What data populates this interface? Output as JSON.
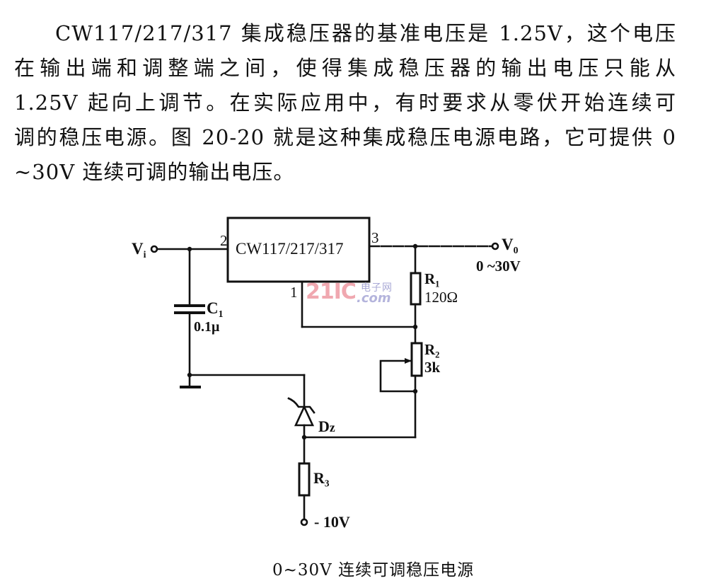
{
  "paragraph": {
    "lines": [
      "CW117/217/317 集成稳压器的基准电压是 1.25V，这个电压",
      "在输出端和调整端之间，使得集成稳压器的输出电压只能从",
      "1.25V 起向上调节。在实际应用中，有时要求从零伏开始连续可",
      "调的稳压电源。图 20-20 就是这种集成稳压电源电路，它可提供 0",
      "~30V 连续可调的输出电压。"
    ]
  },
  "circuit": {
    "ic": {
      "label": "CW117/217/317",
      "pin_in": "2",
      "pin_out": "3",
      "pin_adj": "1"
    },
    "input": {
      "label_main": "V",
      "label_sub": "i"
    },
    "output": {
      "label_main": "V",
      "label_sub": "0",
      "range": "0 ~30V"
    },
    "components": {
      "c1": {
        "name_main": "C",
        "name_sub": "1",
        "value": "0.1μ"
      },
      "r1": {
        "name_main": "R",
        "name_sub": "1",
        "value": "120Ω"
      },
      "r2": {
        "name_main": "R",
        "name_sub": "2",
        "value": "3k"
      },
      "dz": {
        "name_main": "D",
        "name_sub": "z"
      },
      "r3": {
        "name_main": "R",
        "name_sub": "3"
      }
    },
    "negative_supply": "- 10V"
  },
  "watermark": {
    "number": "21IC",
    "chinese": "电子网",
    "domain": ".com"
  },
  "caption": "0~30V 连续可调稳压电源",
  "colors": {
    "ink": "#111111",
    "watermark_red": "#f0a8b0",
    "watermark_blue": "#a9a9d6"
  }
}
